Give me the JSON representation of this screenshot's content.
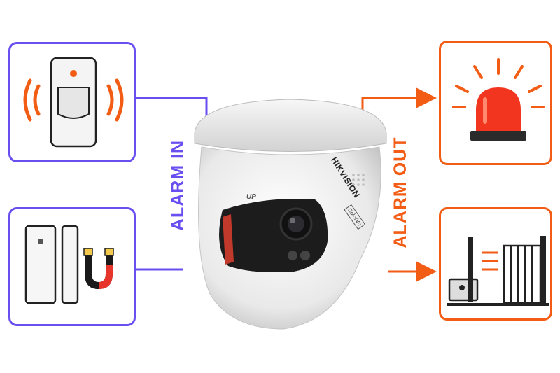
{
  "labels": {
    "alarm_in": "ALARM IN",
    "alarm_out": "ALARM OUT"
  },
  "camera": {
    "brand": "HIKVISION",
    "model_badge": "ColorVu",
    "up_mark": "UP"
  },
  "inputs": [
    {
      "name": "motion-sensor",
      "icon": "pir-motion-sensor-icon"
    },
    {
      "name": "door-contact",
      "icon": "magnetic-door-contact-icon"
    }
  ],
  "outputs": [
    {
      "name": "alarm-siren",
      "icon": "siren-light-icon"
    },
    {
      "name": "gate-barrier",
      "icon": "sliding-gate-icon"
    }
  ],
  "colors": {
    "input_accent": "#6a4ff0",
    "output_accent": "#f25c14",
    "siren_red": "#f2351f"
  }
}
